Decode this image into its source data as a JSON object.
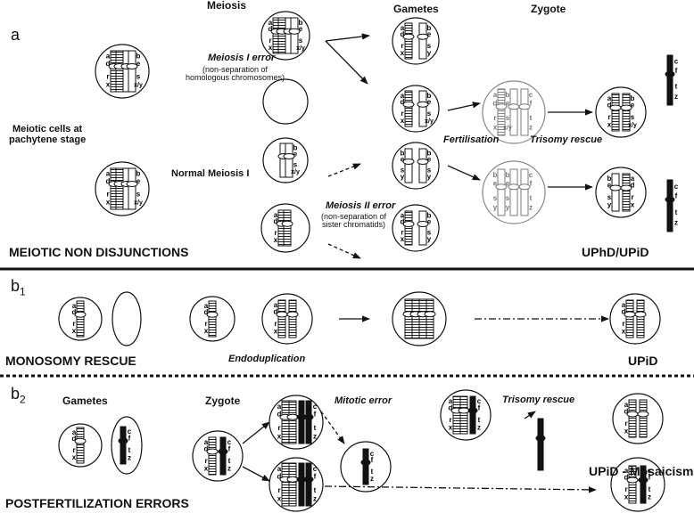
{
  "section_a": {
    "letter": "a",
    "headers": {
      "meiosis": "Meiosis",
      "gametes": "Gametes",
      "zygote": "Zygote"
    },
    "meiotic_cells": "Meiotic cells at\npachytene stage",
    "meiosis_i_error": "Meiosis I error",
    "meiosis_i_error_note": "(non-separation of\nhomologous chromosomes)",
    "normal_meiosis": "Normal Meiosis I",
    "meiosis_ii_error": "Meiosis II error",
    "meiosis_ii_error_note": "(non-separation of\nsister chromatids)",
    "fertilisation": "Fertilisation",
    "trisomy_rescue": "Trisomy rescue",
    "title": "MEIOTIC NON DISJUNCTIONS",
    "result": "UPhD/UPiD"
  },
  "section_b1": {
    "letter": "b",
    "subscript": "1",
    "endoduplication": "Endoduplication",
    "title": "MONOSOMY RESCUE",
    "result": "UPiD"
  },
  "section_b2": {
    "letter": "b",
    "subscript": "2",
    "gametes": "Gametes",
    "zygote": "Zygote",
    "mitotic_error": "Mitotic error",
    "trisomy_rescue": "Trisomy rescue",
    "title": "POSTFERTILIZATION ERRORS",
    "result": "UPiD - Mosaicism"
  },
  "loci": {
    "maternal": [
      "a",
      "d",
      "r",
      "x"
    ],
    "paternal_a": [
      "b",
      "e",
      "s",
      "x/y"
    ],
    "paternal_b": [
      "b",
      "e",
      "s",
      "y"
    ],
    "paternal_c": [
      "c",
      "f",
      "t",
      "z"
    ]
  }
}
